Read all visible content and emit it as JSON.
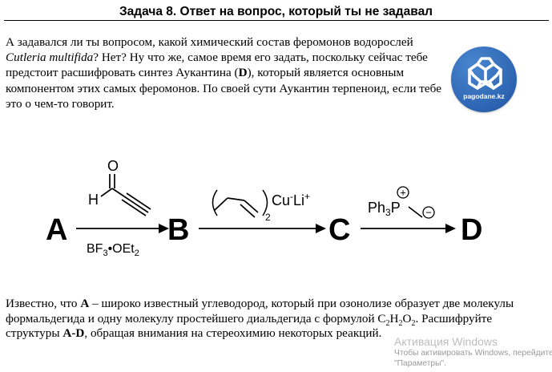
{
  "header": {
    "title": "Задача 8. Ответ на вопрос, который ты не задавал"
  },
  "intro": {
    "part1": "А задавался ли ты вопросом, какой химический состав феромонов водорослей ",
    "species": "Cutleria multifida",
    "part2": "? Нет? Ну что же, самое время его задать, поскольку сейчас тебе предстоит расшифровать синтез Аукантина (",
    "compound": "D",
    "part3": "), который является основным компонентом этих самых феромонов. По своей сути Аукантин терпеноид, если тебе это о чем-то говорит."
  },
  "logo": {
    "text": "pagodane.kz",
    "icon": "pagodane-molecule-logo"
  },
  "scheme": {
    "labels": {
      "a": "A",
      "b": "B",
      "c": "C",
      "d": "D"
    },
    "step1": {
      "reagent_o": "O",
      "reagent_h": "H",
      "catalyst": "BF",
      "catalyst_sub": "3",
      "catalyst_rest": "•OEt",
      "catalyst_sub2": "2"
    },
    "step2": {
      "cuprate_sub": "2",
      "cuprate_text": "Cu",
      "cuprate_sup_minus": "-",
      "cuprate_li": "Li",
      "cuprate_sup_plus": "+"
    },
    "step3": {
      "ylide_ph": "Ph",
      "ylide_sub": "3",
      "ylide_p": "P",
      "plus": "+",
      "minus": "−"
    }
  },
  "question": {
    "p1": "Известно, что ",
    "a": "А",
    "p2": " – широко известный углеводород, который при озонолизе образует две молекулы формальдегида и одну молекулу простейшего диальдегида с формулой C",
    "sub1": "2",
    "h": "H",
    "sub2": "2",
    "o": "O",
    "sub3": "2",
    "p3": ". Расшифруйте структуры ",
    "ad": "A-D",
    "p4": ", обращая внимания на стереохимию некоторых реакций."
  },
  "watermark": {
    "title": "Активация Windows",
    "line1": "Чтобы активировать Windows, перейдите",
    "line2": "\"Параметры\"."
  }
}
